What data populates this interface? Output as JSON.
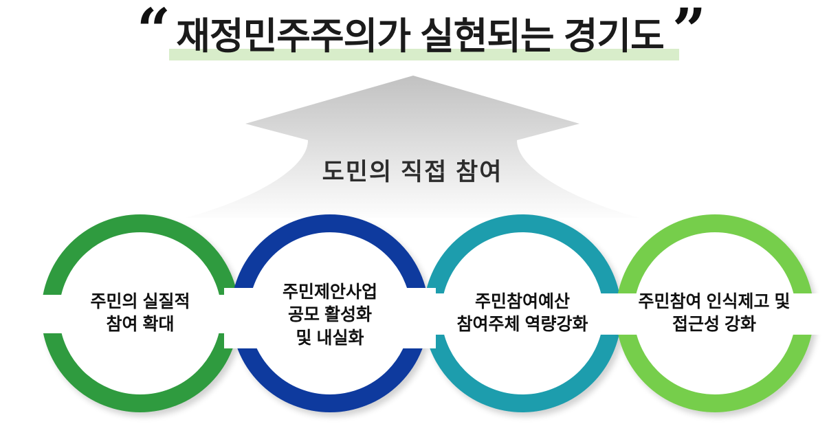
{
  "headline": {
    "open_quote": "“",
    "close_quote": "”",
    "title": "재정민주주의가 실현되는 경기도",
    "highlight_color": "#d8edca",
    "text_color": "#1b1b1b"
  },
  "arrow": {
    "label": "도민의 직접 참여",
    "gradient_top": "#c1c1c1",
    "gradient_bottom": "#fdfdfd"
  },
  "goals": [
    {
      "color": "#2f9b3f",
      "lines": [
        "주민의 실질적",
        "참여 확대"
      ]
    },
    {
      "color": "#0e3a9e",
      "lines": [
        "주민제안사업",
        "공모 활성화",
        "및 내실화"
      ]
    },
    {
      "color": "#1d9dad",
      "lines": [
        "주민참여예산",
        "참여주체 역량강화"
      ]
    },
    {
      "color": "#76ce4b",
      "lines": [
        "주민참여 인식제고 및",
        "접근성 강화"
      ]
    }
  ]
}
